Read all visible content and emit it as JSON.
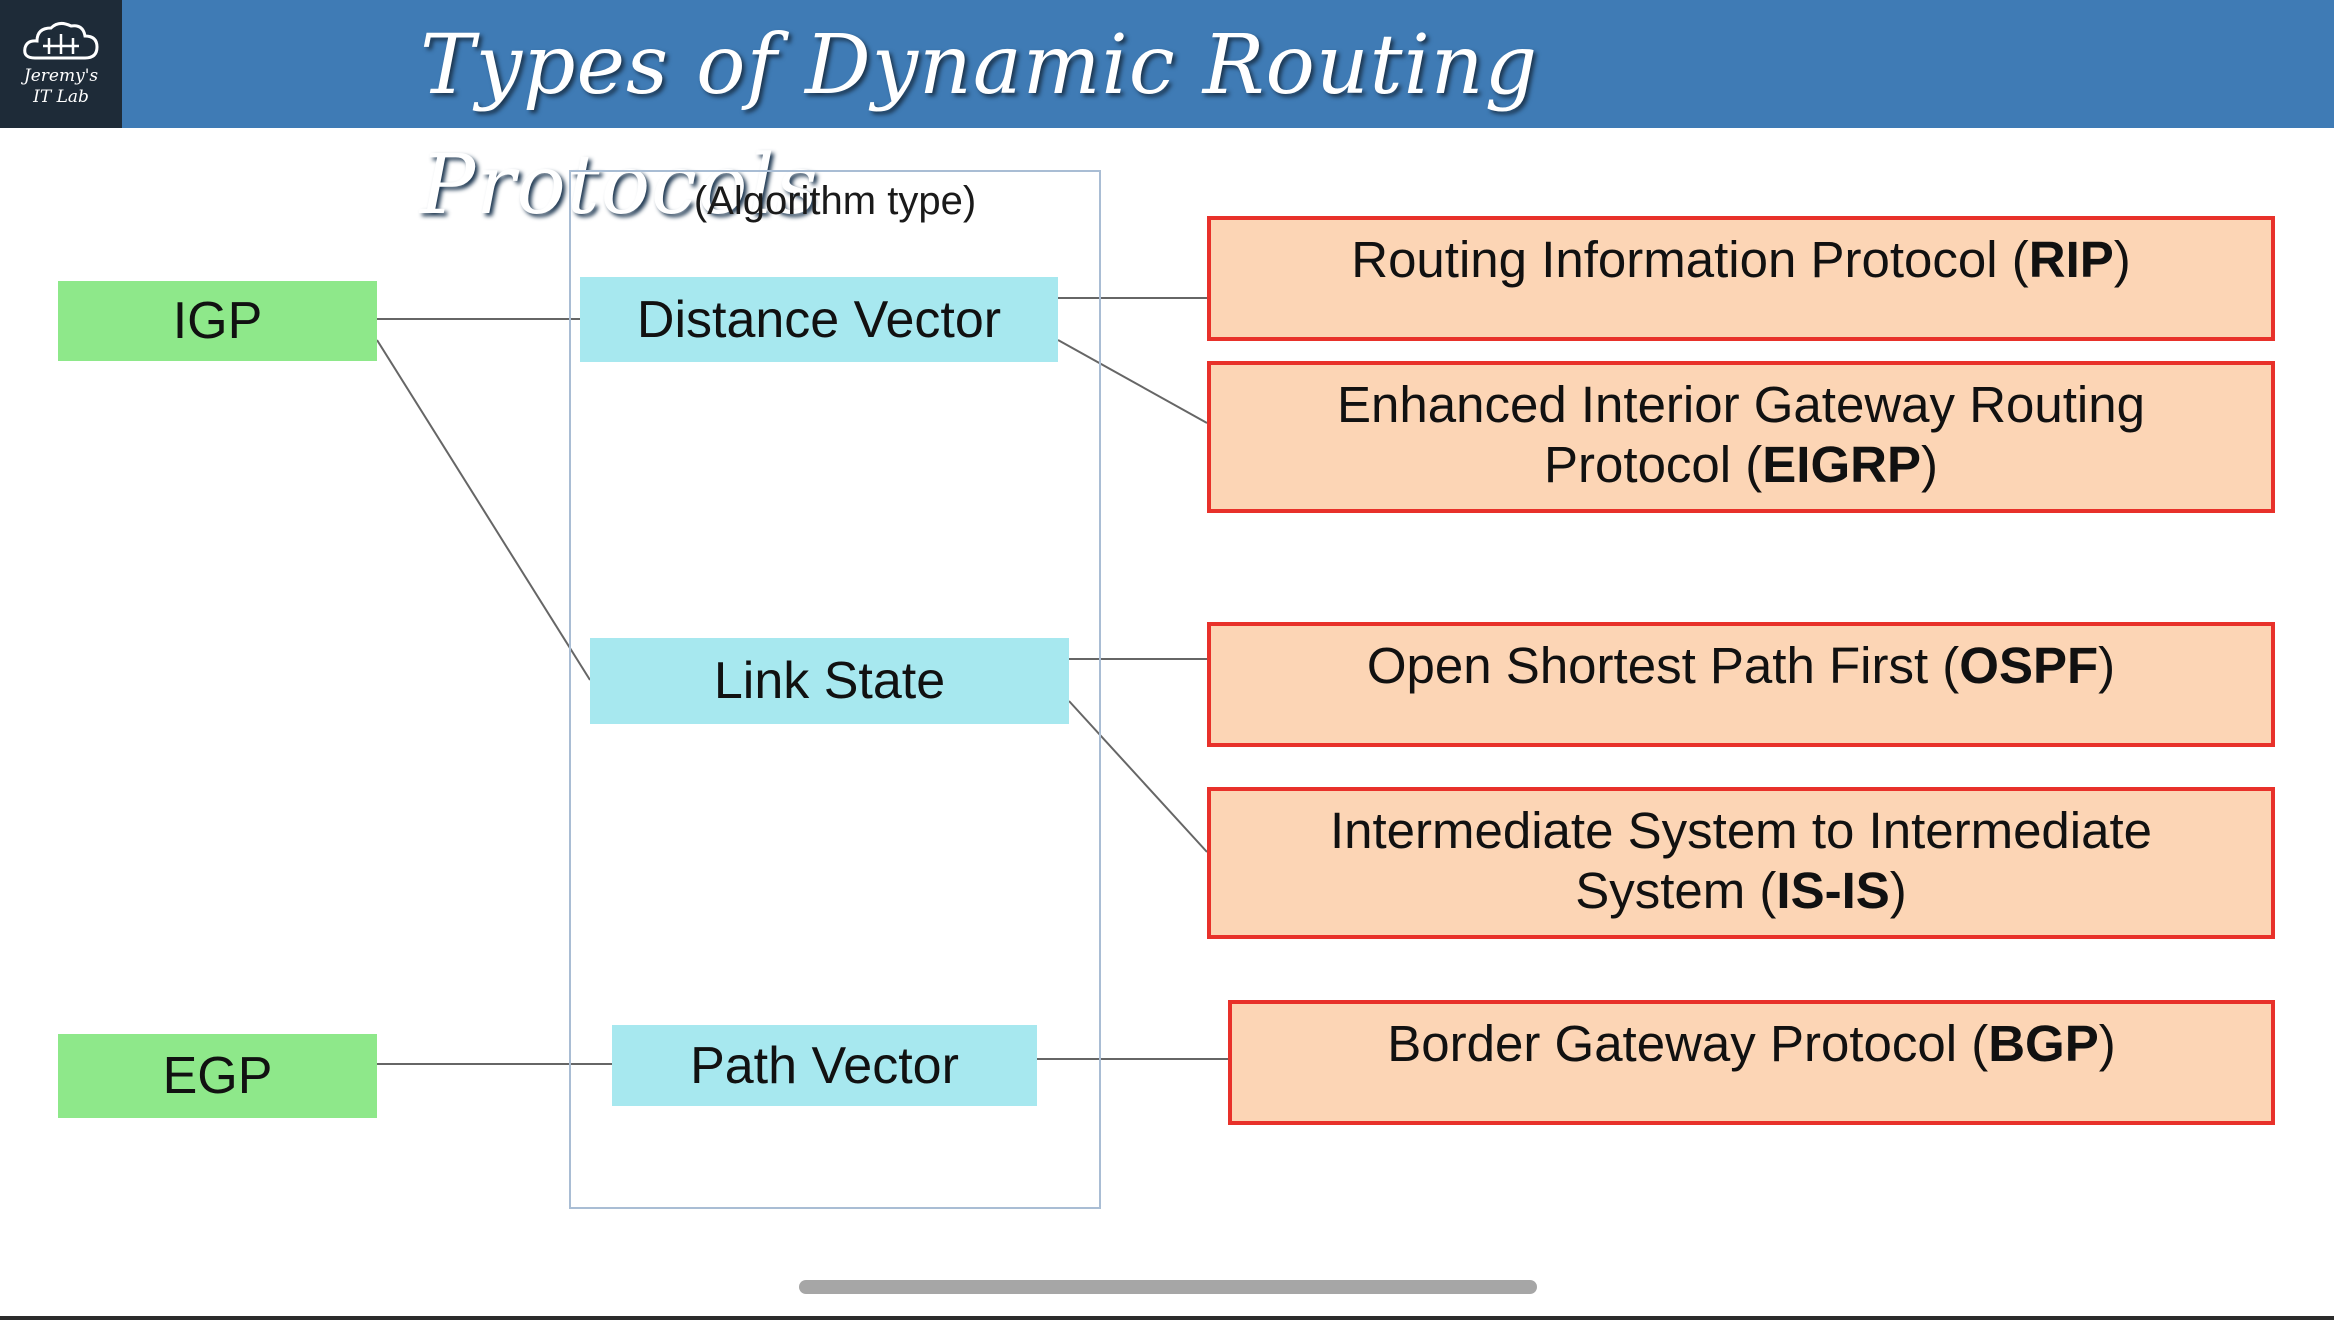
{
  "header": {
    "title": "Types of Dynamic Routing Protocols",
    "logo_line1": "Jeremy's",
    "logo_line2": "IT Lab"
  },
  "categories": {
    "igp": "IGP",
    "egp": "EGP"
  },
  "algorithms": {
    "caption": "(Algorithm type)",
    "distance_vector": "Distance Vector",
    "link_state": "Link State",
    "path_vector": "Path Vector"
  },
  "protocols": {
    "rip": {
      "text": "Routing Information Protocol (",
      "abbr": "RIP",
      "close": ")"
    },
    "eigrp": {
      "line1": "Enhanced Interior Gateway Routing",
      "text": "Protocol (",
      "abbr": "EIGRP",
      "close": ")"
    },
    "ospf": {
      "text": "Open Shortest Path First (",
      "abbr": "OSPF",
      "close": ")"
    },
    "isis": {
      "line1": "Intermediate System to Intermediate",
      "text": "System (",
      "abbr": "IS-IS",
      "close": ")"
    },
    "bgp": {
      "text": "Border Gateway Protocol (",
      "abbr": "BGP",
      "close": ")"
    }
  },
  "colors": {
    "header_bg": "#3f7bb5",
    "category_fill": "#8ee88a",
    "algorithm_fill": "#a7e8ef",
    "protocol_fill": "#fcd5b5",
    "protocol_border": "#e8312a"
  }
}
